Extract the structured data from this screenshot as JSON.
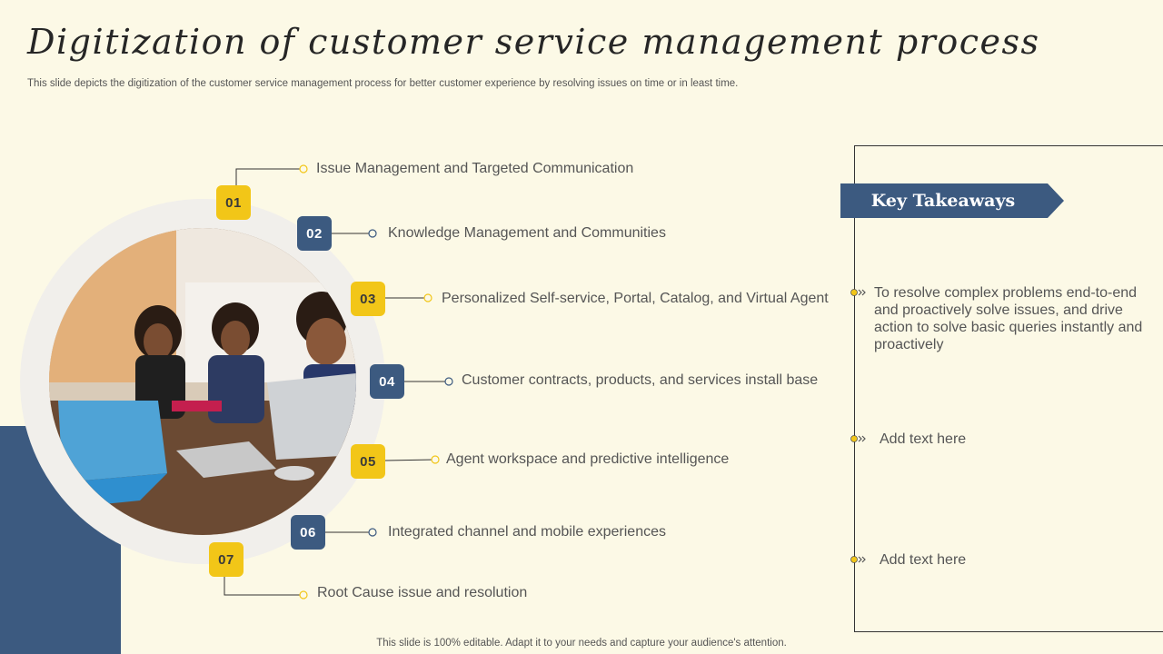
{
  "slide": {
    "title": "Digitization of customer service management process",
    "subtitle": "This slide depicts the digitization of the customer service management process for better customer experience by resolving issues on time or in least time.",
    "footer": "This slide is 100% editable. Adapt it to your needs and capture your audience's attention."
  },
  "process": {
    "items": [
      {
        "number": "01",
        "label": "Issue Management and Targeted Communication"
      },
      {
        "number": "02",
        "label": "Knowledge Management and Communities"
      },
      {
        "number": "03",
        "label": "Personalized Self-service, Portal, Catalog, and Virtual Agent"
      },
      {
        "number": "04",
        "label": "Customer contracts, products, and services install base"
      },
      {
        "number": "05",
        "label": "Agent workspace and predictive intelligence"
      },
      {
        "number": "06",
        "label": "Integrated channel and mobile experiences"
      },
      {
        "number": "07",
        "label": "Root Cause issue and resolution"
      }
    ]
  },
  "takeaways": {
    "heading": "Key Takeaways",
    "points": [
      "To resolve complex problems end-to-end and proactively solve issues, and drive action to solve basic queries instantly and proactively",
      "Add text here",
      "Add text here"
    ]
  },
  "colors": {
    "accent_yellow": "#f2c618",
    "accent_blue": "#3c5a80",
    "background": "#fcf9e6"
  }
}
